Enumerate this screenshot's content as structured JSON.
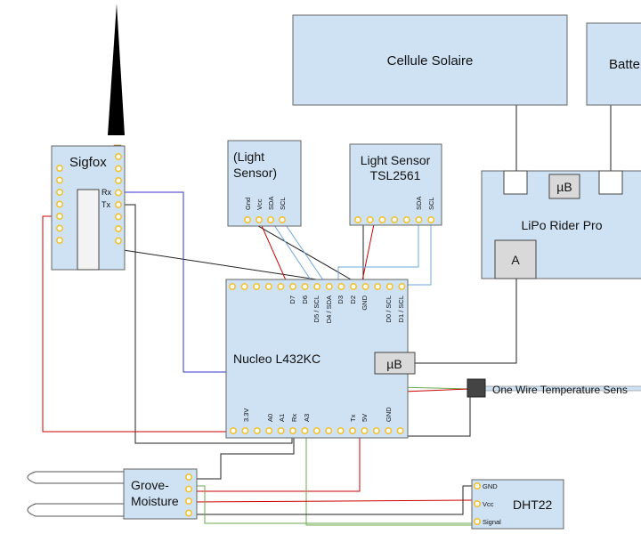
{
  "blocks": {
    "solar": "Cellule Solaire",
    "battery": "Batte",
    "lipo": "LiPo Rider Pro",
    "lipo_ub": "µB",
    "lipo_a": "A",
    "sigfox": "Sigfox",
    "sigfox_rx": "Rx",
    "sigfox_tx": "Tx",
    "light1_line1": "(Light",
    "light1_line2": "Sensor)",
    "light2_line1": "Light Sensor",
    "light2_line2": "TSL2561",
    "nucleo": "Nucleo L432KC",
    "nucleo_ub": "µB",
    "onewire": "One Wire Temperature Sens",
    "grove_line1": "Grove-",
    "grove_line2": "Moisture",
    "dht22": "DHT22"
  },
  "pins": {
    "light1": [
      "Gnd",
      "Vcc",
      "SDA",
      "SCL"
    ],
    "light2": [
      "SDA",
      "SCL"
    ],
    "nucleo_top": [
      "D7",
      "D6",
      "D5 / SCL",
      "D4 / SDA",
      "D3",
      "D2",
      "GND",
      "D0 / SCL",
      "D1 / SCL"
    ],
    "nucleo_bottom": [
      "3.3V",
      "A0",
      "A1",
      "Rx",
      "A3",
      "Tx",
      "5V",
      "GND"
    ],
    "dht22": [
      "GND",
      "Vcc",
      "Signal"
    ]
  },
  "colors": {
    "block_fill": "#cfe2f3",
    "block_stroke": "#666666",
    "pin": "#f1c232",
    "wire_black": "#222222",
    "wire_red": "#cc0000",
    "wire_blue": "#3333cc",
    "wire_green": "#6aa84f",
    "wire_lightblue": "#6fa8dc",
    "antenna": "#000000"
  }
}
